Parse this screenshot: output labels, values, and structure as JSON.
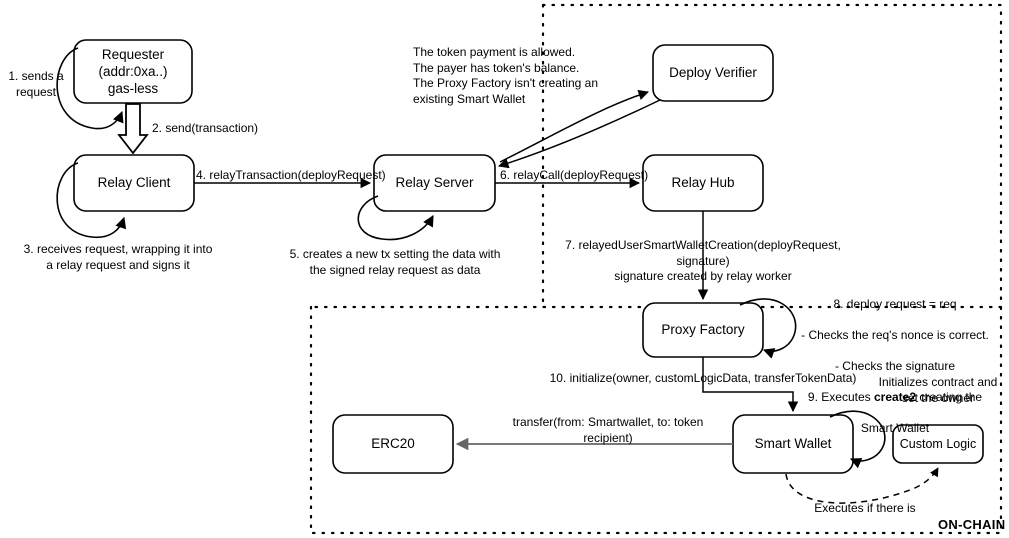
{
  "diagram": {
    "title_note": "ON-CHAIN",
    "zones": [
      {
        "id": "zone-upper",
        "label": ""
      },
      {
        "id": "zone-lower",
        "label": "ON-CHAIN"
      }
    ],
    "nodes": [
      {
        "id": "requester",
        "label": "Requester\n(addr:0xa..)\ngas-less"
      },
      {
        "id": "relay-client",
        "label": "Relay Client"
      },
      {
        "id": "relay-server",
        "label": "Relay Server"
      },
      {
        "id": "deploy-verifier",
        "label": "Deploy Verifier"
      },
      {
        "id": "relay-hub",
        "label": "Relay Hub"
      },
      {
        "id": "proxy-factory",
        "label": "Proxy Factory"
      },
      {
        "id": "smart-wallet",
        "label": "Smart Wallet"
      },
      {
        "id": "custom-logic",
        "label": "Custom Logic"
      },
      {
        "id": "erc20",
        "label": "ERC20"
      }
    ],
    "edge_labels": {
      "step1": "1. sends a\nrequest",
      "step2": "2. send(transaction)",
      "step3": "3. receives request, wrapping it into\na relay request and signs it",
      "step4": "4. relayTransaction(deployRequest)",
      "step5": "5. creates a new tx setting the data with\nthe signed relay request as data",
      "step6": "6. relayCall(deployRequest)",
      "step7": "7. relayedUserSmartWalletCreation(deployRequest, signature)\nsignature created by relay worker",
      "verifier_note": "The token payment is allowed.\nThe payer has token's balance.\nThe Proxy Factory isn't creating an\nexisting Smart Wallet",
      "step8_9_line1": "8. deploy request = req",
      "step8_9_line2": "- Checks the req's nonce is correct.",
      "step8_9_line3": "- Checks the signature",
      "step9_prefix": "9. Executes ",
      "step9_bold": "create2",
      "step9_suffix": " creating the",
      "step9_line2": "Smart Wallet",
      "step10": "10. initialize(owner, customLogicData, transferTokenData)",
      "transfer": "transfer(from: Smartwallet, to: token recipient)",
      "initializes": "Initializes contract and\nset the owner",
      "executes_if": "Executes if there is"
    },
    "colors": {
      "stroke": "#000000",
      "fill": "#ffffff",
      "text": "#000000",
      "gray_edge": "#666666",
      "zone_border": "#000000"
    }
  }
}
